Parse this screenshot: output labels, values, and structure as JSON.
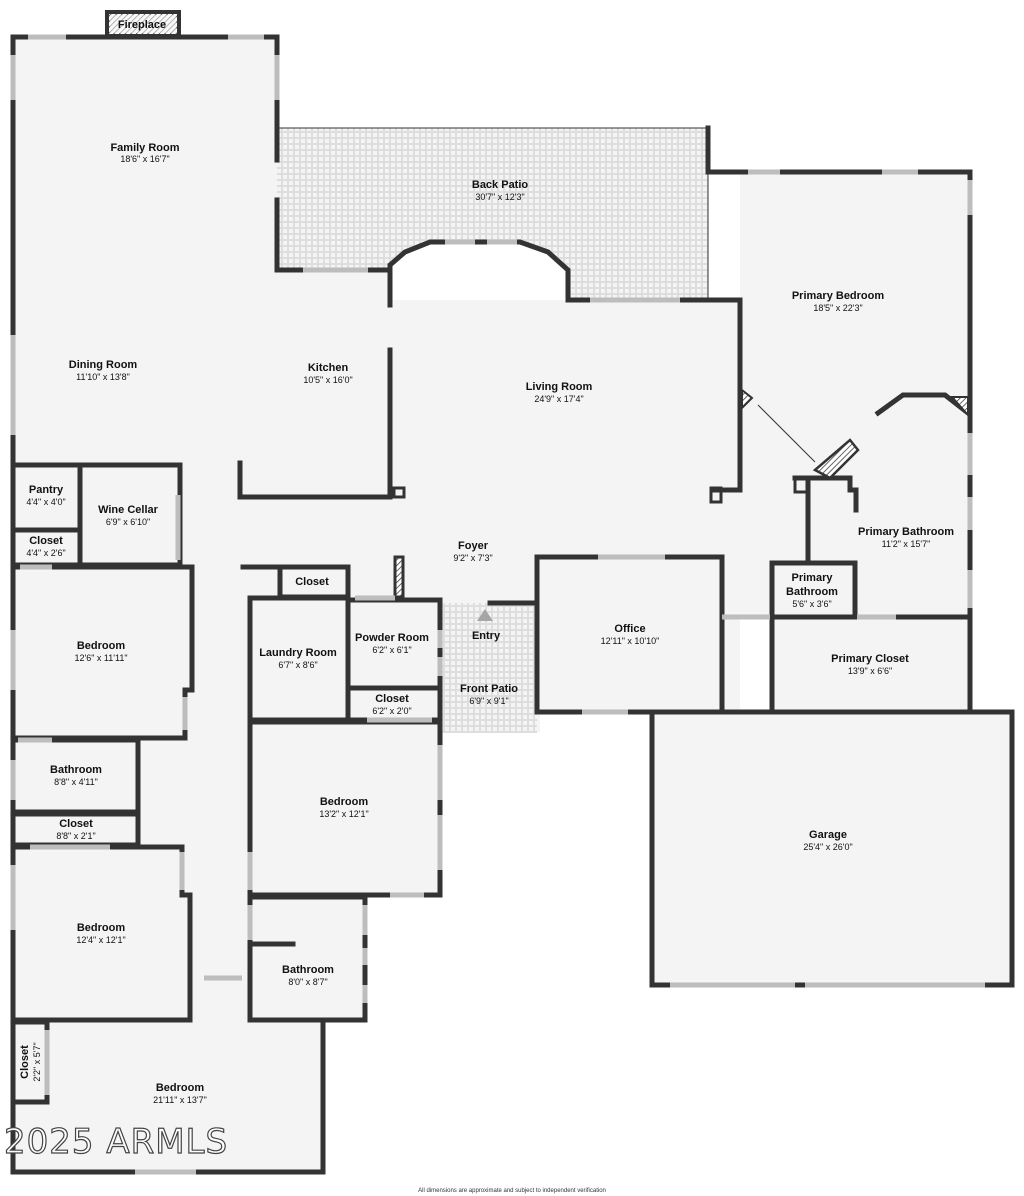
{
  "rooms": {
    "fireplace": {
      "name": "Fireplace"
    },
    "family_room": {
      "name": "Family Room",
      "dim": "18'6\" x 16'7\""
    },
    "back_patio": {
      "name": "Back Patio",
      "dim": "30'7\" x 12'3\""
    },
    "primary_bedroom": {
      "name": "Primary Bedroom",
      "dim": "18'5\" x 22'3\""
    },
    "dining_room": {
      "name": "Dining Room",
      "dim": "11'10\" x 13'8\""
    },
    "kitchen": {
      "name": "Kitchen",
      "dim": "10'5\" x 16'0\""
    },
    "living_room": {
      "name": "Living Room",
      "dim": "24'9\" x 17'4\""
    },
    "pantry": {
      "name": "Pantry",
      "dim": "4'4\" x 4'0\""
    },
    "wine_cellar": {
      "name": "Wine Cellar",
      "dim": "6'9\" x 6'10\""
    },
    "closet_hall": {
      "name": "Closet",
      "dim": "4'4\" x 2'6\""
    },
    "foyer": {
      "name": "Foyer",
      "dim": "9'2\" x 7'3\""
    },
    "primary_bathroom": {
      "name": "Primary Bathroom",
      "dim": "11'2\" x 15'7\""
    },
    "closet_laundry": {
      "name": "Closet"
    },
    "primary_bathroom_small": {
      "name_line1": "Primary",
      "name_line2": "Bathroom",
      "dim": "5'6\" x 3'6\""
    },
    "bedroom_1": {
      "name": "Bedroom",
      "dim": "12'6\" x 11'11\""
    },
    "laundry_room": {
      "name": "Laundry Room",
      "dim": "6'7\" x 8'6\""
    },
    "powder_room": {
      "name": "Powder Room",
      "dim": "6'2\" x 6'1\""
    },
    "entry": {
      "name": "Entry"
    },
    "office": {
      "name": "Office",
      "dim": "12'11\" x 10'10\""
    },
    "primary_closet": {
      "name": "Primary Closet",
      "dim": "13'9\" x 6'6\""
    },
    "front_patio": {
      "name": "Front Patio",
      "dim": "6'9\" x 9'1\""
    },
    "closet_powder": {
      "name": "Closet",
      "dim": "6'2\" x 2'0\""
    },
    "bathroom_1": {
      "name": "Bathroom",
      "dim": "8'8\" x 4'11\""
    },
    "bedroom_2": {
      "name": "Bedroom",
      "dim": "13'2\" x 12'1\""
    },
    "closet_bath": {
      "name": "Closet",
      "dim": "8'8\" x 2'1\""
    },
    "garage": {
      "name": "Garage",
      "dim": "25'4\" x 26'0\""
    },
    "bedroom_3": {
      "name": "Bedroom",
      "dim": "12'4\" x 12'1\""
    },
    "bathroom_2": {
      "name": "Bathroom",
      "dim": "8'0\" x 8'7\""
    },
    "closet_vertical": {
      "name": "Closet",
      "dim": "2'2\" x 5'7\""
    },
    "bedroom_4": {
      "name": "Bedroom",
      "dim": "21'11\" x 13'7\""
    }
  },
  "watermark": "2025 ARMLS",
  "footnote": "All dimensions are approximate and subject to independent verification",
  "colors": {
    "wall": "#333333",
    "floor": "#f4f4f4",
    "window": "#bdbdbd",
    "patio_tile": "#d9d9d9"
  }
}
